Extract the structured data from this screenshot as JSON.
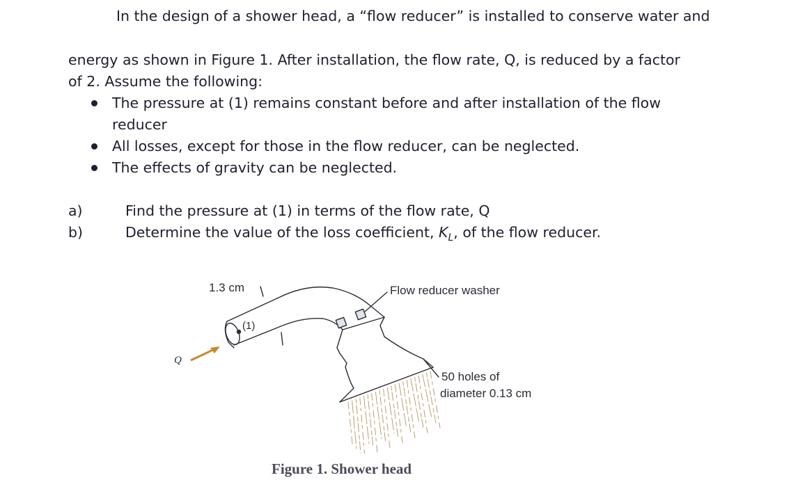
{
  "problem": {
    "intro_line1": "In the design of a shower head, a “flow reducer” is installed to conserve water and",
    "intro_line2": "energy as shown in Figure 1. After installation, the flow rate, Q, is reduced by a factor",
    "intro_line3": "of 2. Assume the following:",
    "assumptions": [
      {
        "line1": "The pressure at (1) remains constant before and after installation of the flow",
        "line2": "reducer"
      },
      {
        "line1": "All losses, except for those in the flow reducer, can be neglected."
      },
      {
        "line1": "The effects of gravity can be neglected."
      }
    ],
    "questions": [
      {
        "marker": "a)",
        "text": "Find the pressure at (1) in terms of the flow rate, Q"
      },
      {
        "marker": "b)",
        "text_before": "Determine the value of the loss coefficient, ",
        "symbol": "K",
        "subscript": "L",
        "text_after": ", of the flow reducer."
      }
    ]
  },
  "figure": {
    "labels": {
      "diameter": "1.3 cm",
      "point": "(1)",
      "flow": "Q",
      "washer": "Flow reducer washer",
      "holes_line1": "50 holes of",
      "holes_line2": "diameter 0.13 cm"
    },
    "caption": "Figure 1. Shower head",
    "arrow_color": "#c8892b",
    "spray_color": "#b8a070"
  }
}
